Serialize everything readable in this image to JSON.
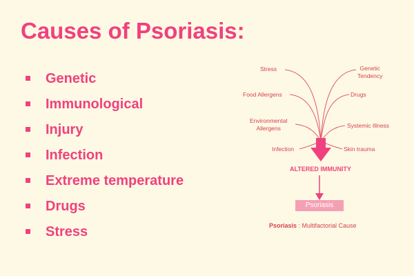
{
  "title": "Causes of Psoriasis:",
  "bullets": [
    "Genetic",
    "Immunological",
    "Injury",
    "Infection",
    "Extreme temperature",
    "Drugs",
    "Stress"
  ],
  "diagram": {
    "left_causes": [
      "Stress",
      "Food Allergens",
      "Environmental\nAllergens",
      "Infection"
    ],
    "right_causes": [
      "Genetic\nTendency",
      "Drugs",
      "Systemic Illness",
      "Skin trauma"
    ],
    "center_label": "ALTERED IMMUNITY",
    "result_label": "Psoriasis",
    "caption_bold": "Psoriasis",
    "caption_rest": " : Multifactorial Cause"
  },
  "colors": {
    "primary": "#f0417e",
    "diagram_line": "#e35a6a",
    "result_box": "#f4a0b4",
    "background": "#fdf9e4"
  }
}
